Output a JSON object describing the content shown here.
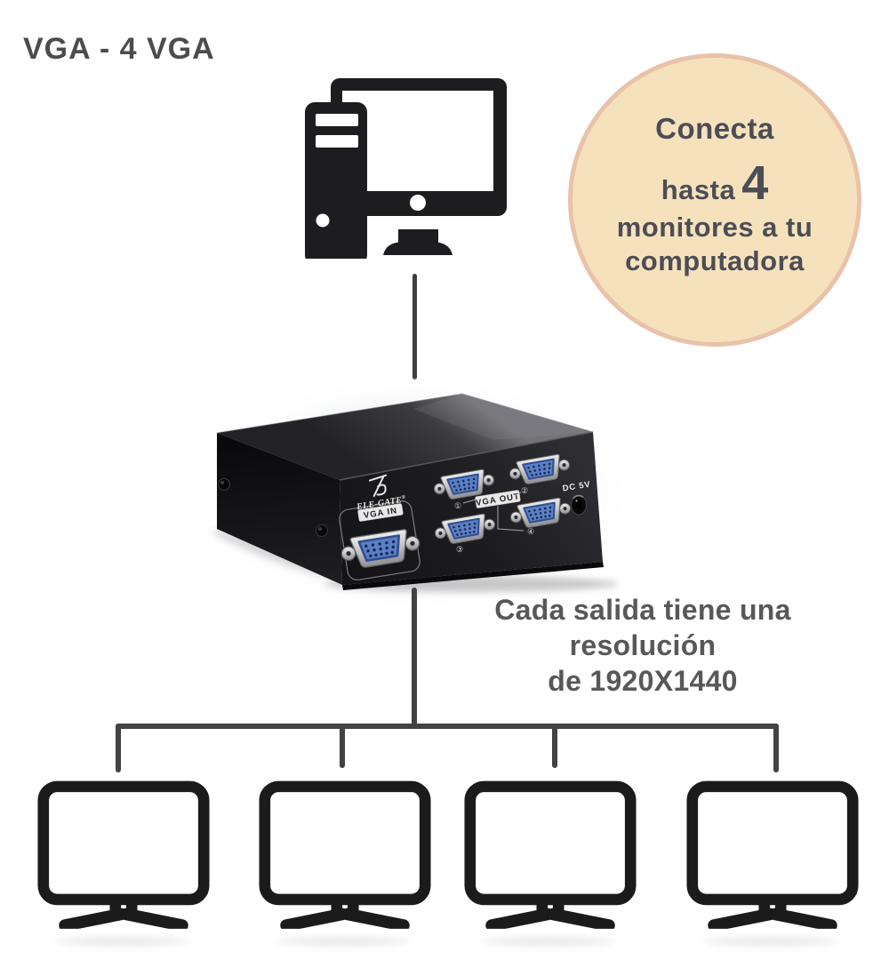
{
  "title": "VGA - 4 VGA",
  "badge": {
    "line1": "Conecta",
    "line2_text": "hasta",
    "line2_number": "4",
    "line3": "monitores a tu",
    "line4": "computadora",
    "fill_color": "#f5e2bd",
    "border_color": "#e9c2aa",
    "text_color": "#4d4d55"
  },
  "device": {
    "brand": "ELE-GATE",
    "reg_mark": "®",
    "vga_in_label": "VGA IN",
    "vga_out_label": "VGA OUT",
    "power_label": "DC 5V",
    "port_numbers": [
      "①",
      "②",
      "③",
      "④"
    ]
  },
  "caption": {
    "line1": "Cada salida tiene una",
    "line2": "resolución",
    "line3": "de 1920X1440"
  },
  "colors": {
    "connector_line": "#424242",
    "title_text": "#4c4c4e",
    "caption_text": "#58585b",
    "icon_black": "#1d1d1f",
    "vga_connector_blue": "#5b80c6"
  },
  "icons": {
    "computer": "desktop-computer-icon",
    "monitor": "monitor-icon",
    "device": "vga-splitter-device"
  }
}
